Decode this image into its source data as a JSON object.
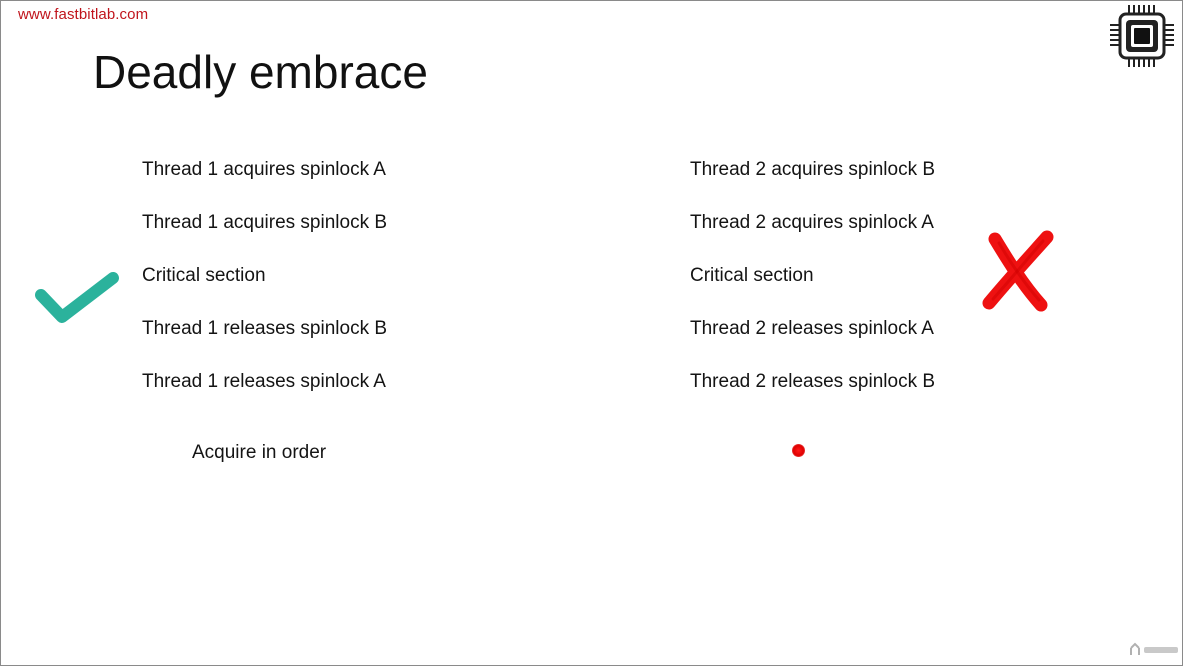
{
  "header": {
    "site_link": "www.fastbitlab.com"
  },
  "slide": {
    "title": "Deadly embrace",
    "left_column": [
      "Thread 1 acquires spinlock A",
      "Thread 1 acquires spinlock B",
      "Critical section",
      "Thread 1 releases spinlock B",
      "Thread 1 releases spinlock A"
    ],
    "right_column": [
      "Thread 2 acquires spinlock B",
      "Thread 2 acquires spinlock A",
      "Critical section",
      "Thread 2 releases spinlock A",
      "Thread 2 releases spinlock B"
    ],
    "note": "Acquire in order"
  },
  "icons": {
    "brand": "chip-logo-icon",
    "correct": "checkmark-icon",
    "wrong": "cross-icon",
    "pointer": "laser-pointer-dot",
    "watermark": "udemy-logo-icon"
  },
  "colors": {
    "link": "#c0141c",
    "check": "#2bb29c",
    "cross": "#ee1111",
    "laser": "#e00000"
  }
}
